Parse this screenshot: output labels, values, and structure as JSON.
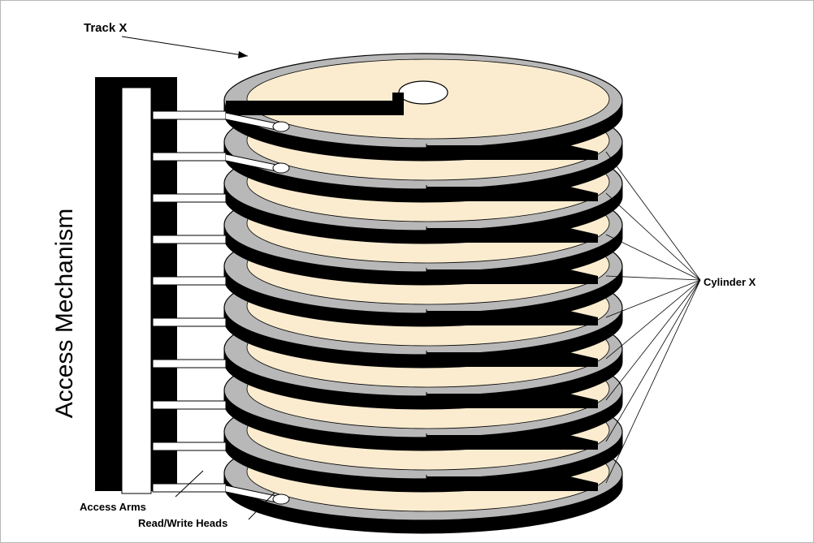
{
  "labels": {
    "track": "Track X",
    "cylinder": "Cylinder X",
    "access_mechanism": "Access Mechanism",
    "access_arms": "Access Arms",
    "read_write_heads": "Read/Write Heads"
  },
  "platter_count": 10,
  "colors": {
    "platter_surface": "#fbecd0",
    "platter_rim": "#b8b8b8",
    "outline": "#000000",
    "background": "#ffffff"
  }
}
